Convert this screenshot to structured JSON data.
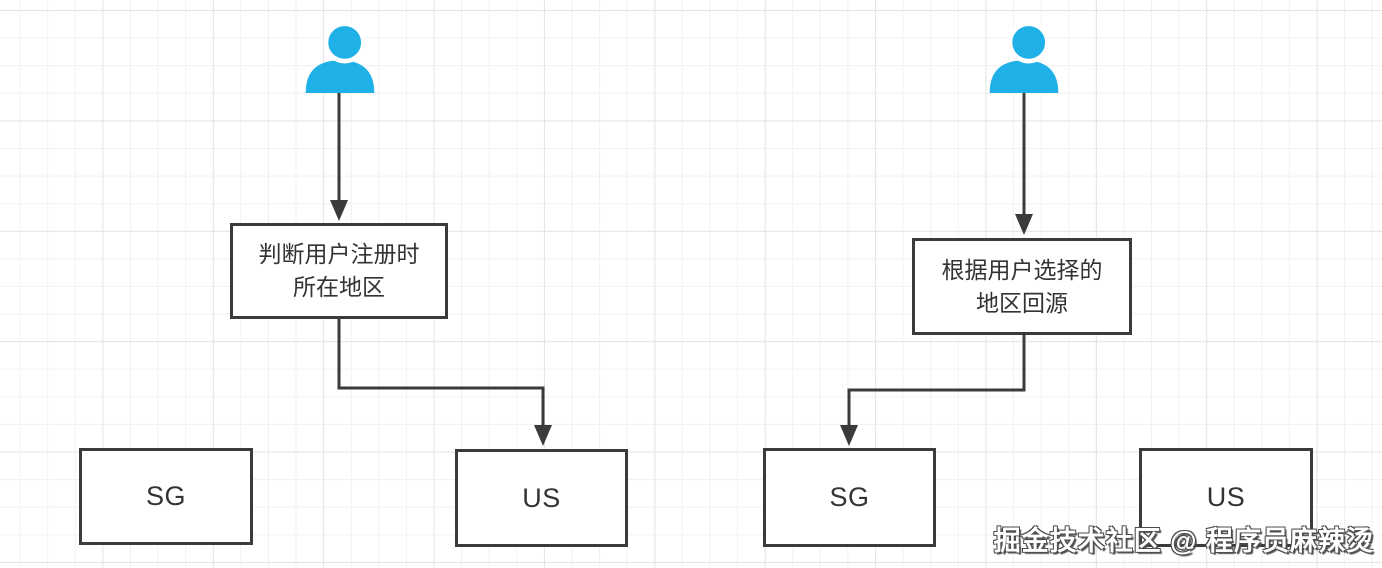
{
  "flows": [
    {
      "name": "register-region-flow",
      "decision": {
        "line1": "判断用户注册时",
        "line2": "所在地区"
      },
      "regions": [
        {
          "label": "SG"
        },
        {
          "label": "US"
        }
      ],
      "arrow_target": "US"
    },
    {
      "name": "user-selected-region-flow",
      "decision": {
        "line1": "根据用户选择的",
        "line2": "地区回源"
      },
      "regions": [
        {
          "label": "SG"
        },
        {
          "label": "US"
        }
      ],
      "arrow_target": "SG"
    }
  ],
  "watermark": {
    "text": "掘金技术社区 @ 程序员麻辣烫"
  },
  "colors": {
    "user_icon": "#1fb0e8",
    "connector": "#3b3b3b",
    "box_border": "#3b3b3b",
    "box_fill": "#ffffff",
    "text": "#333333",
    "grid_minor": "#f1f1f1",
    "grid_major": "#e4e4e4",
    "watermark_fill": "#ffffff",
    "watermark_shadow": "#4d4d4d"
  }
}
